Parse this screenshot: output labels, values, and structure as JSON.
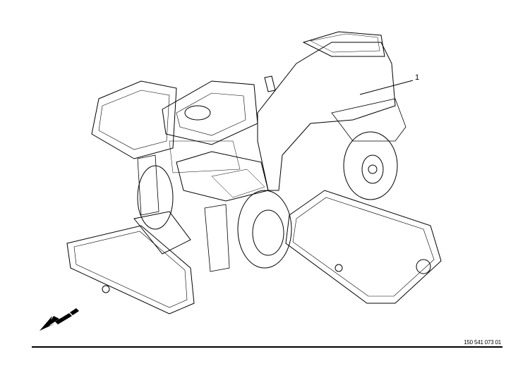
{
  "callouts": [
    {
      "label": "1",
      "target": "machine-body-hood"
    }
  ],
  "document_number": "150 541 073 01",
  "direction_arrow": "arrow-travel-direction-icon",
  "colors": {
    "line": "#000000",
    "background": "#ffffff"
  }
}
